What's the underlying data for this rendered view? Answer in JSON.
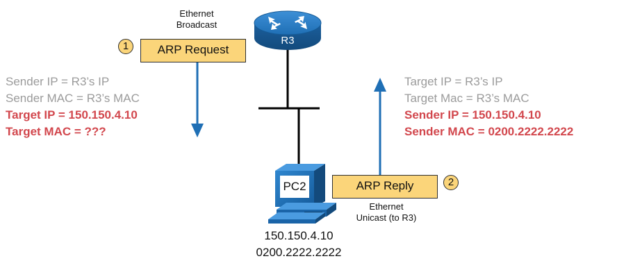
{
  "router": {
    "label": "R3"
  },
  "pc": {
    "label": "PC2",
    "ip": "150.150.4.10",
    "mac": "0200.2222.2222"
  },
  "request": {
    "step": "1",
    "label": "ARP Request",
    "frame_type_line1": "Ethernet",
    "frame_type_line2": "Broadcast",
    "fields": {
      "sender_ip": "Sender IP = R3’s IP",
      "sender_mac": "Sender MAC = R3’s MAC",
      "target_ip": "Target IP = 150.150.4.10",
      "target_mac": "Target MAC = ???"
    }
  },
  "reply": {
    "step": "2",
    "label": "ARP Reply",
    "frame_type_line1": "Ethernet",
    "frame_type_line2": "Unicast (to R3)",
    "fields": {
      "target_ip": "Target IP = R3’s IP",
      "target_mac": "Target Mac = R3’s MAC",
      "sender_ip": "Sender IP = 150.150.4.10",
      "sender_mac": "Sender MAC = 0200.2222.2222"
    }
  },
  "colors": {
    "router_blue": "#1f6fb5",
    "box_fill": "#fbd57a",
    "highlight_red": "#d2474d",
    "muted_grey": "#9b9b9b",
    "arrow_blue": "#1f6fb5"
  }
}
